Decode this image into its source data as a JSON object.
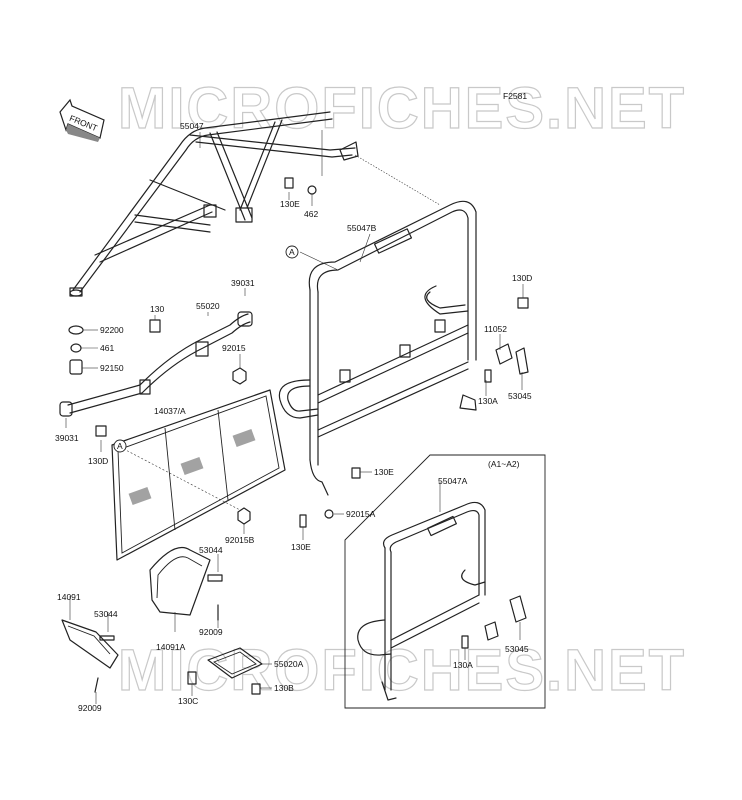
{
  "figure_code": "F2581",
  "front_label": "FRONT",
  "watermark": "MICROFICHES.NET",
  "inset_label": "(A1~A2)",
  "callouts": {
    "c55047": "55047",
    "c130E_top": "130E",
    "c462": "462",
    "c55047B": "55047B",
    "cA_top": "A",
    "c130D_right": "130D",
    "c11052": "11052",
    "c130A_right": "130A",
    "c53045_right": "53045",
    "c92200": "92200",
    "c461": "461",
    "c92150": "92150",
    "c130": "130",
    "c55020": "55020",
    "c39031_top": "39031",
    "c92015": "92015",
    "c14037A": "14037/A",
    "c39031_left": "39031",
    "c130D_left": "130D",
    "cA_left": "A",
    "c92015B": "92015B",
    "c130E_mid": "130E",
    "c92015A": "92015A",
    "c130E_bot": "130E",
    "c55047A": "55047A",
    "c53044_mid": "53044",
    "c14091": "14091",
    "c53044_left": "53044",
    "c92009_mid": "92009",
    "c14091A": "14091A",
    "c55020A": "55020A",
    "c130B": "130B",
    "c130C": "130C",
    "c92009_left": "92009",
    "c130A_inset": "130A",
    "c53045_inset": "53045"
  }
}
